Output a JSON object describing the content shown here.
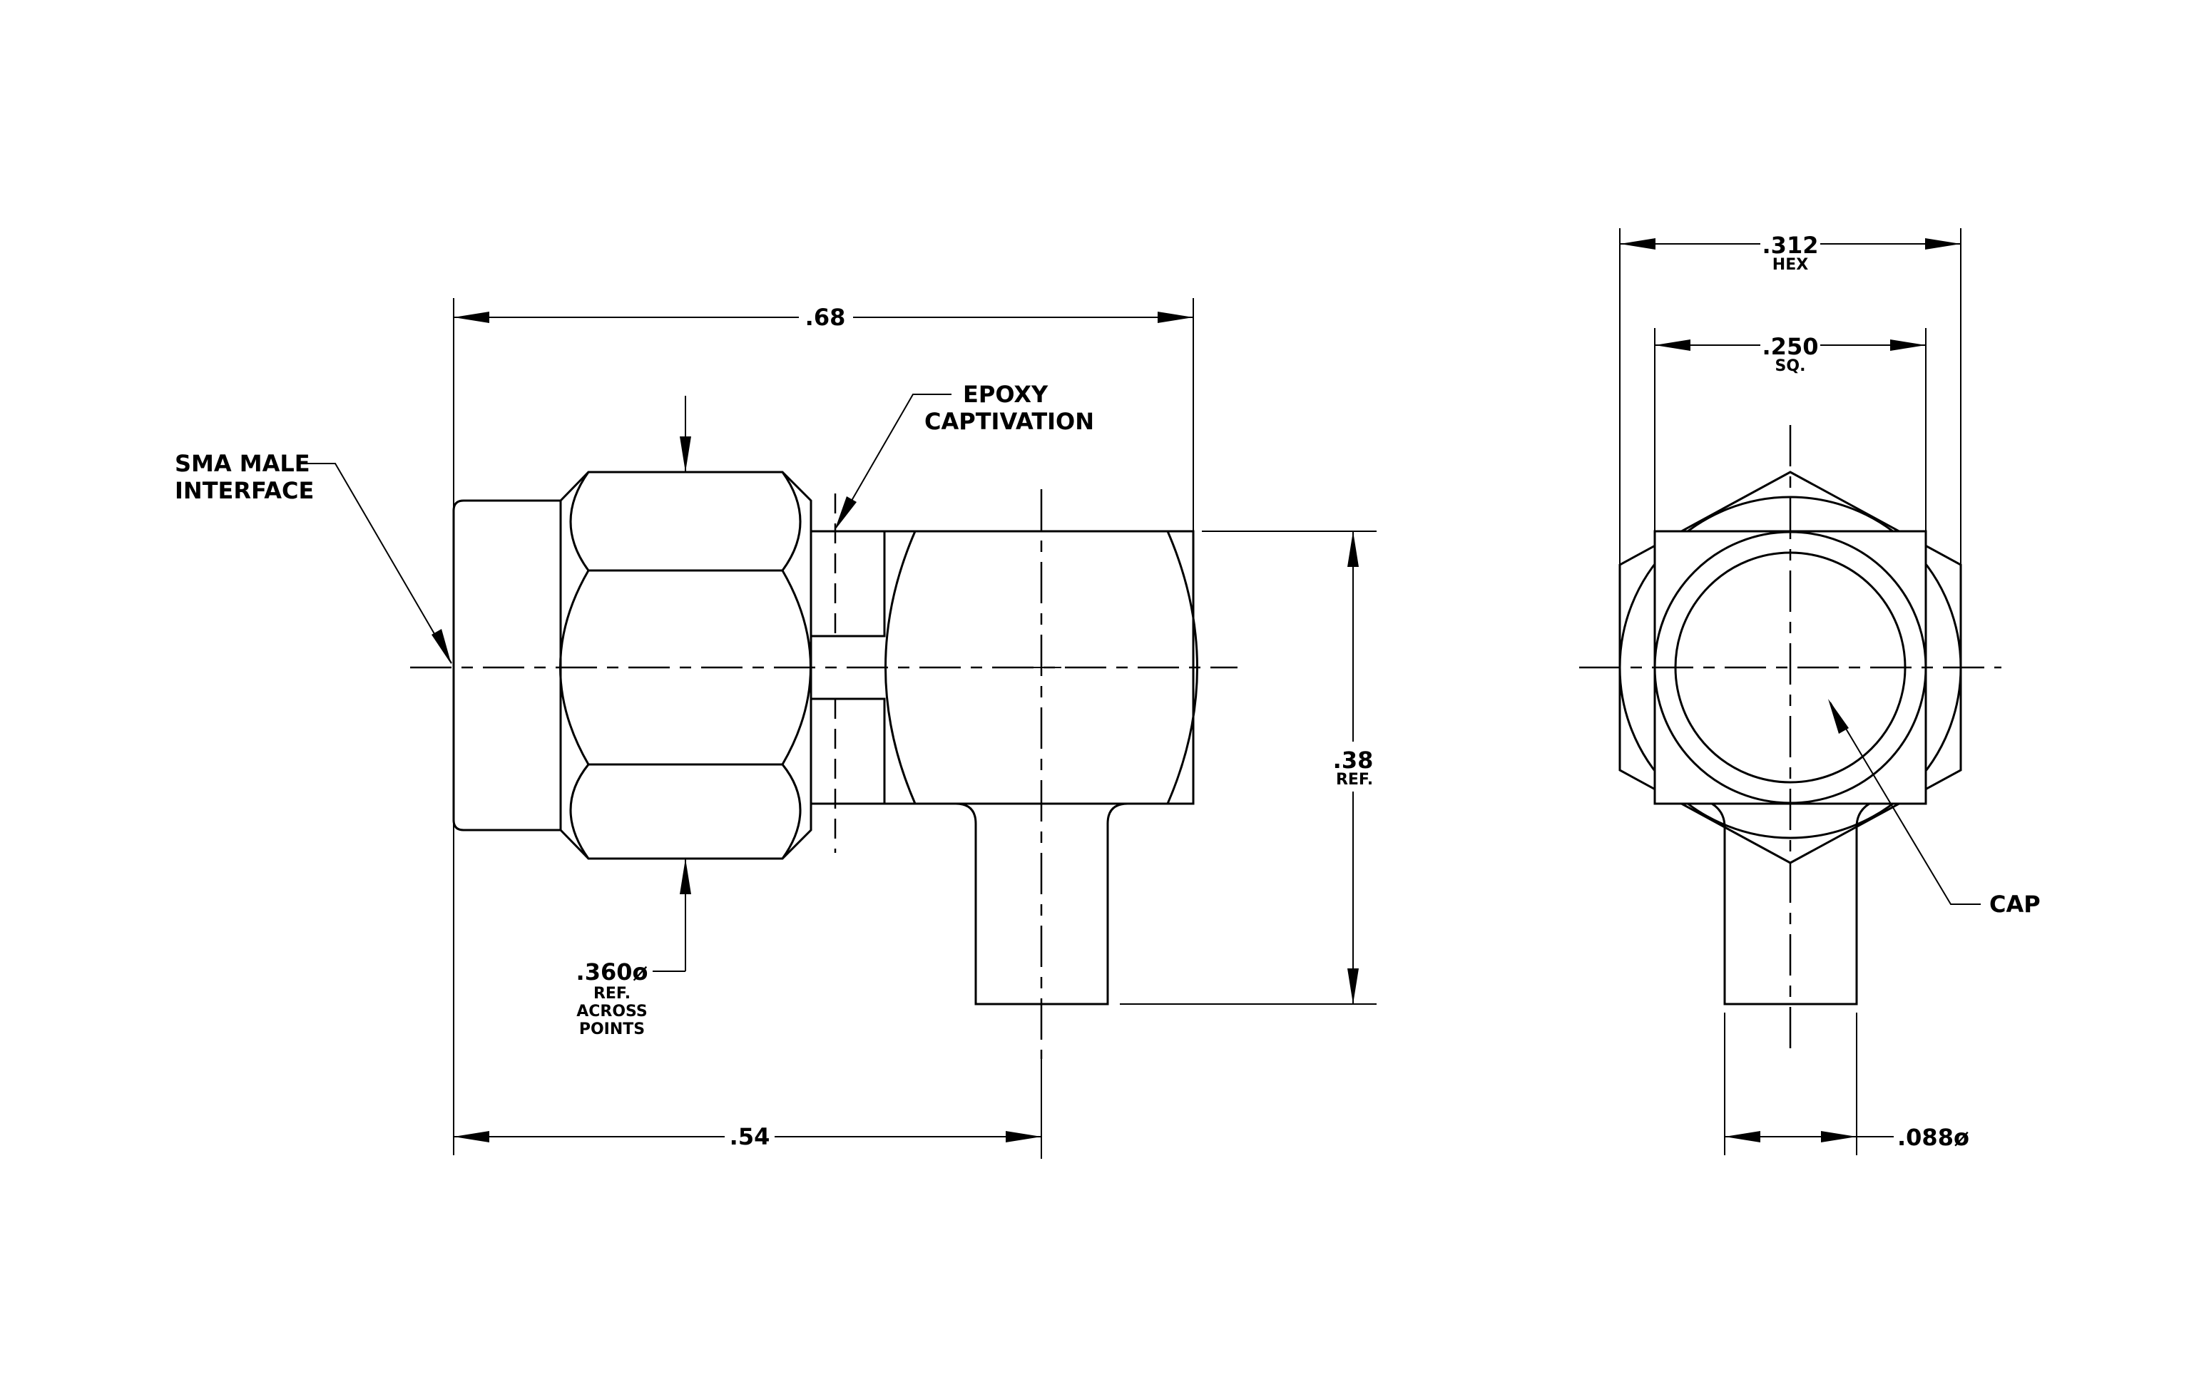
{
  "side_view": {
    "overall_length": ".68",
    "length_to_pin": ".54",
    "height": ".38",
    "height_note": "REF.",
    "hex_diameter": ".360ø",
    "hex_note_1": "REF.",
    "hex_note_2": "ACROSS",
    "hex_note_3": "POINTS",
    "interface_label_1": "SMA MALE",
    "interface_label_2": "INTERFACE",
    "epoxy_label_1": "EPOXY",
    "epoxy_label_2": "CAPTIVATION"
  },
  "end_view": {
    "hex_size": ".312",
    "hex_note": "HEX",
    "square_size": ".250",
    "square_note": "SQ.",
    "pin_diameter": ".088ø",
    "cap_label": "CAP"
  }
}
